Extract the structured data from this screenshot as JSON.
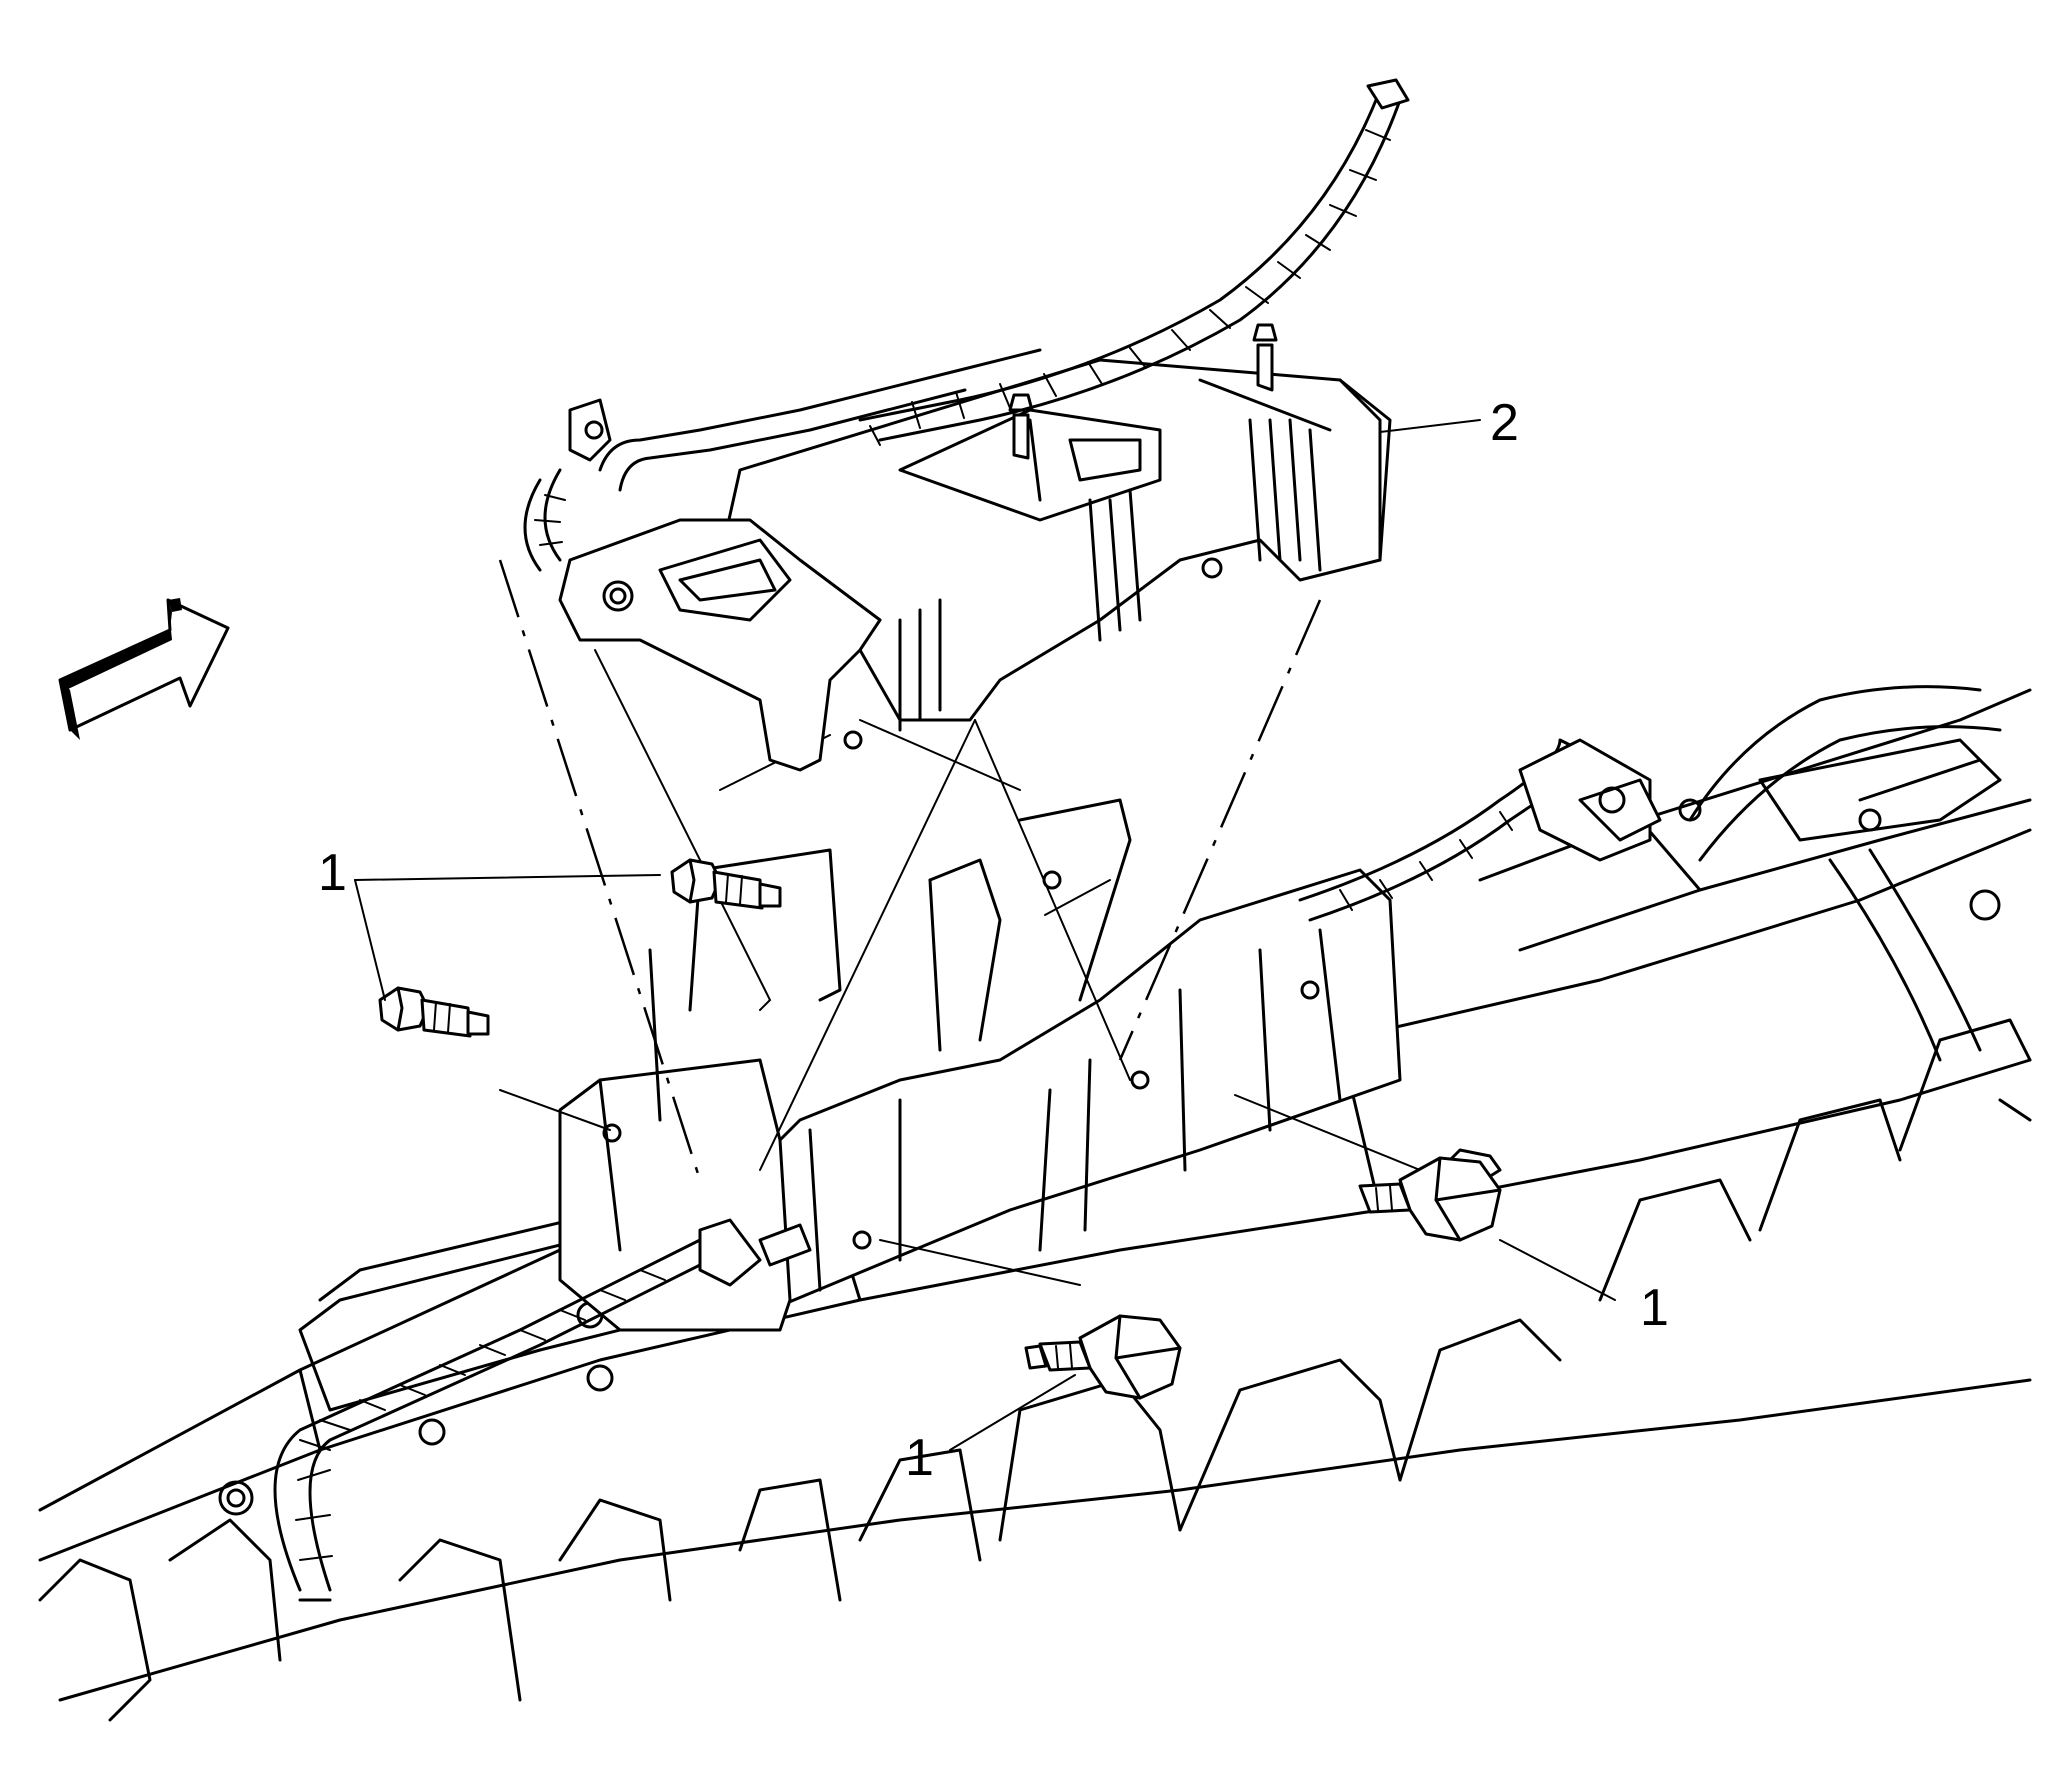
{
  "callouts": {
    "c1a": "1",
    "c1b": "1",
    "c1c": "1",
    "c2": "2"
  },
  "icons": {
    "direction_arrow": "forward-direction-arrow-icon"
  }
}
